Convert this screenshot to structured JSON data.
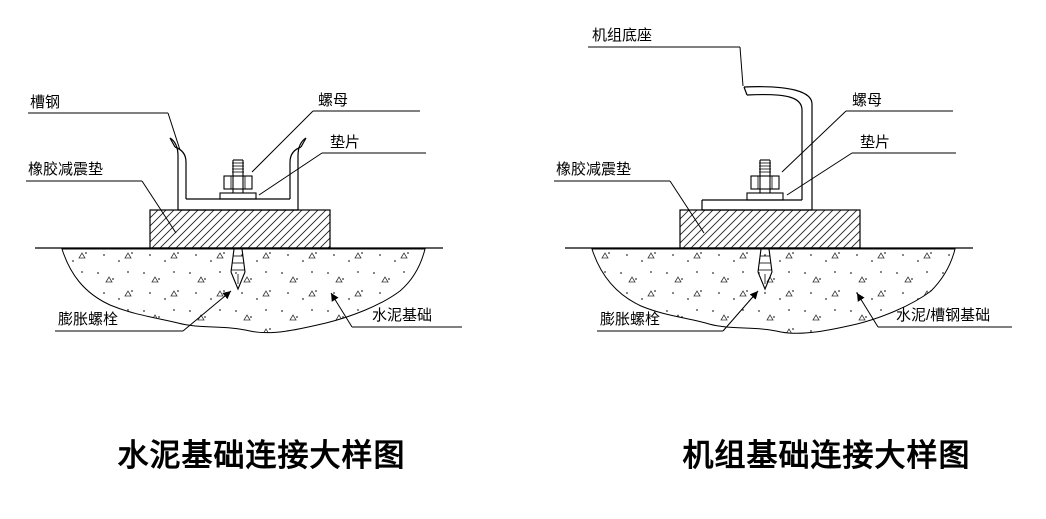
{
  "page": {
    "background_color": "#ffffff",
    "line_color": "#000000"
  },
  "diagrams": {
    "left": {
      "title": "水泥基础连接大样图",
      "labels": {
        "channel_steel": "槽钢",
        "nut": "螺母",
        "washer": "垫片",
        "rubber_damper_pad": "橡胶减震垫",
        "expansion_bolt": "膨胀螺栓",
        "foundation": "水泥基础"
      }
    },
    "right": {
      "title": "机组基础连接大样图",
      "labels": {
        "unit_base": "机组底座",
        "nut": "螺母",
        "washer": "垫片",
        "rubber_damper_pad": "橡胶减震垫",
        "expansion_bolt": "膨胀螺栓",
        "foundation": "水泥/槽钢基础"
      }
    }
  }
}
